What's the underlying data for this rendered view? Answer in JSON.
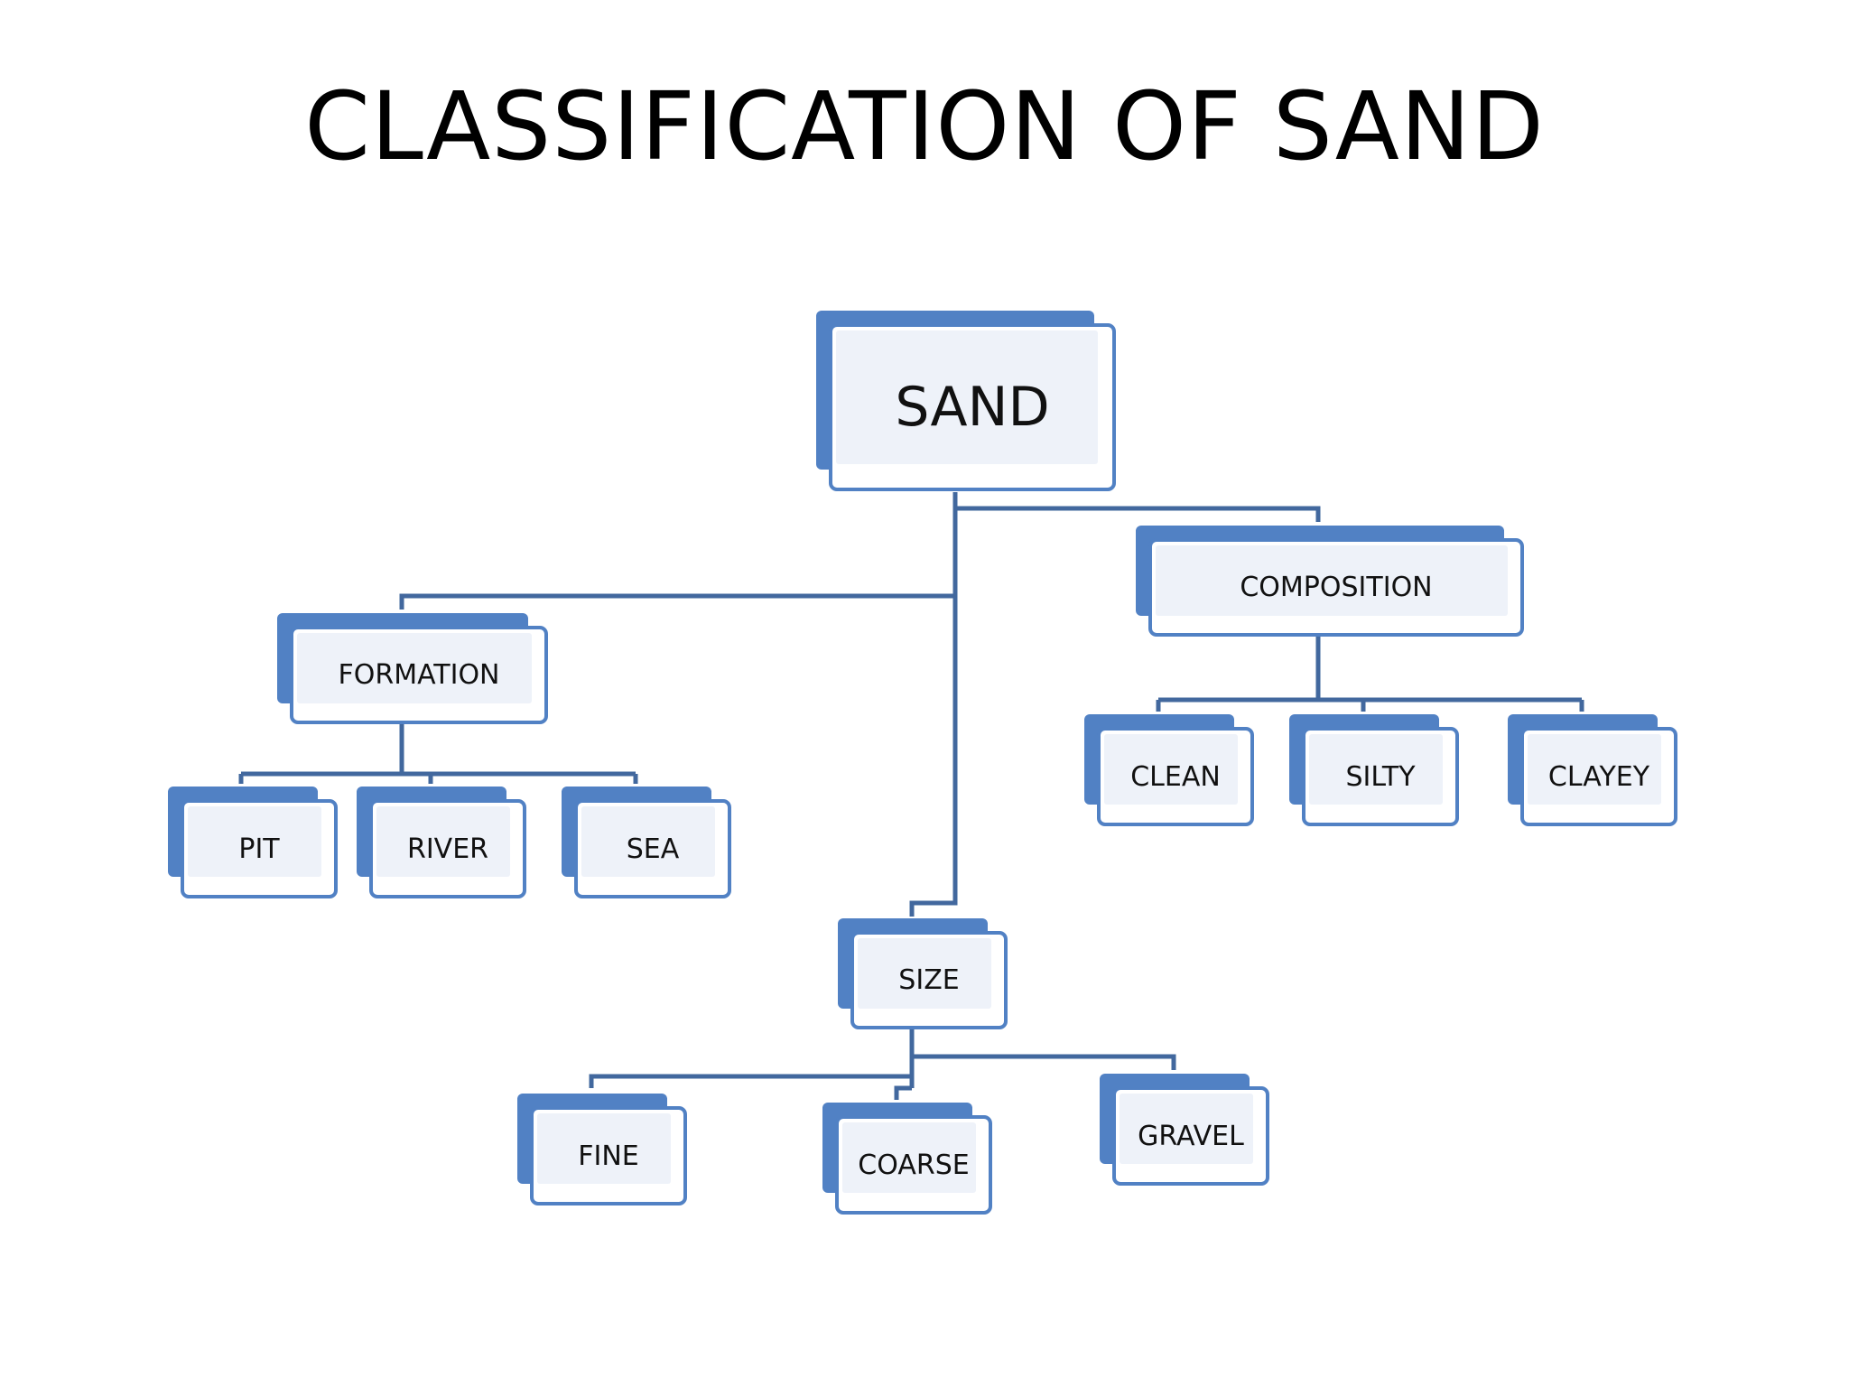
{
  "title": "CLASSIFICATION OF SAND",
  "colors": {
    "box_border": "#5181c4",
    "box_fill": "#eef2f9",
    "connector": "#42689e"
  },
  "tree": {
    "root": "SAND",
    "formation": {
      "label": "FORMATION",
      "children": [
        "PIT",
        "RIVER",
        "SEA"
      ]
    },
    "composition": {
      "label": "COMPOSITION",
      "children": [
        "CLEAN",
        "SILTY",
        "CLAYEY"
      ]
    },
    "size": {
      "label": "SIZE",
      "children": [
        "FINE",
        "COARSE",
        "GRAVEL"
      ]
    }
  }
}
